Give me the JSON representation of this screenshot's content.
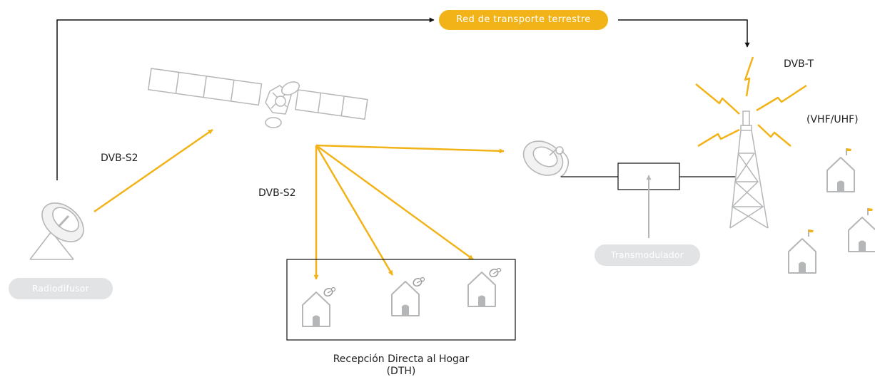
{
  "diagram": {
    "transport_network": "Red de transporte terrestre",
    "broadcaster": "Radiodifusor",
    "transmodulator": "Transmodulador",
    "uplink_standard": "DVB-S2",
    "downlink_standard": "DVB-S2",
    "terrestrial_standard": "DVB-T",
    "terrestrial_band": "(VHF/UHF)",
    "dth_caption_line1": "Recepción Directa al Hogar",
    "dth_caption_line2": "(DTH)"
  },
  "colors": {
    "accent": "#f2b318",
    "icon_grey": "#b4b6b8",
    "pill_grey": "#e2e3e5",
    "line": "#111111"
  }
}
